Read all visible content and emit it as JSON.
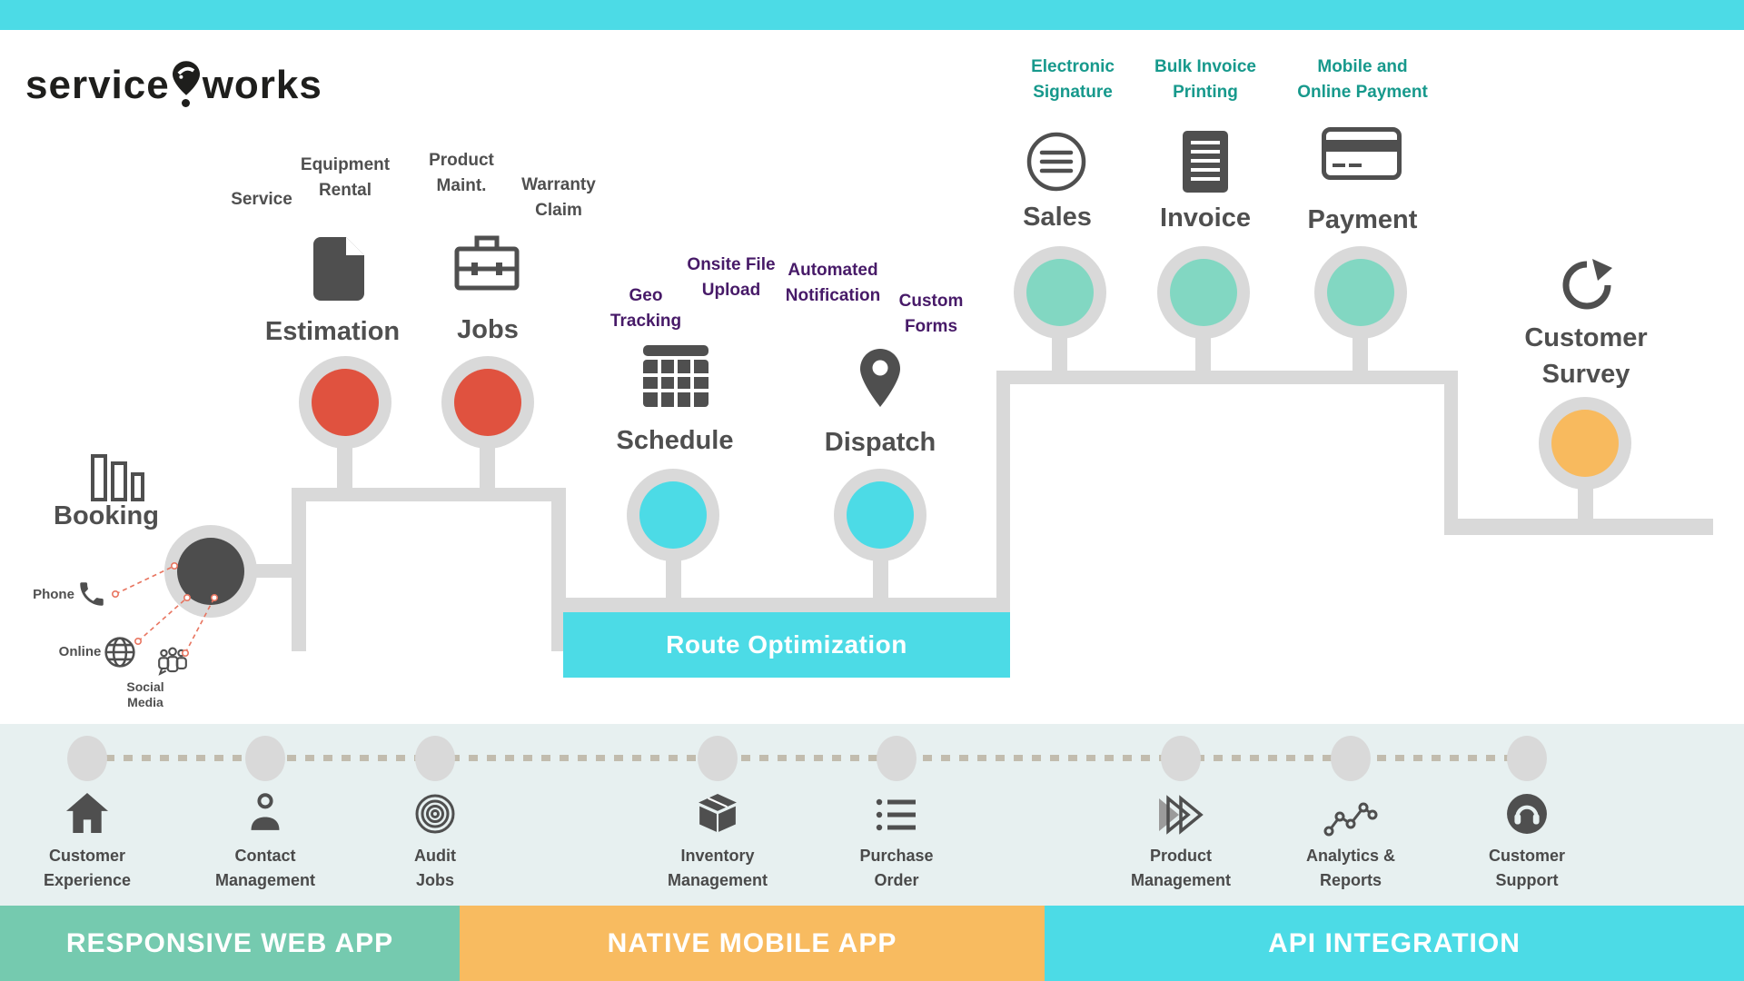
{
  "logo": {
    "word1": "service",
    "word2": "works"
  },
  "flow": {
    "booking": {
      "label": "Booking"
    },
    "channels": {
      "phone": "Phone",
      "online": "Online",
      "social": [
        "Social",
        "Media"
      ]
    },
    "stages": {
      "service": "Service",
      "equipment_rental": [
        "Equipment",
        "Rental"
      ],
      "product_maint": [
        "Product",
        "Maint."
      ],
      "warranty_claim": [
        "Warranty",
        "Claim"
      ],
      "estimation": "Estimation",
      "jobs": "Jobs",
      "geo_tracking": [
        "Geo",
        "Tracking"
      ],
      "onsite_file_upload": [
        "Onsite File",
        "Upload"
      ],
      "automated_notification": [
        "Automated",
        "Notification"
      ],
      "custom_forms": [
        "Custom",
        "Forms"
      ],
      "schedule": "Schedule",
      "dispatch": "Dispatch",
      "electronic_signature": [
        "Electronic",
        "Signature"
      ],
      "bulk_invoice_printing": [
        "Bulk Invoice",
        "Printing"
      ],
      "mobile_online_payment": [
        "Mobile and",
        "Online Payment"
      ],
      "sales": "Sales",
      "invoice": "Invoice",
      "payment": "Payment",
      "customer_survey": [
        "Customer",
        "Survey"
      ]
    },
    "banner": {
      "route_optimization": "Route Optimization"
    }
  },
  "features": [
    {
      "label": [
        "Customer",
        "Experience"
      ],
      "icon": "house-icon"
    },
    {
      "label": [
        "Contact",
        "Management"
      ],
      "icon": "person-icon"
    },
    {
      "label": [
        "Audit",
        "Jobs"
      ],
      "icon": "target-icon"
    },
    {
      "label": [
        "Inventory",
        "Management"
      ],
      "icon": "box-icon"
    },
    {
      "label": [
        "Purchase",
        "Order"
      ],
      "icon": "list-icon"
    },
    {
      "label": [
        "Product",
        "Management"
      ],
      "icon": "fast-forward-icon"
    },
    {
      "label": [
        "Analytics &",
        "Reports"
      ],
      "icon": "line-chart-icon"
    },
    {
      "label": [
        "Customer",
        "Support"
      ],
      "icon": "headset-icon"
    }
  ],
  "bottom_bars": [
    {
      "label": "RESPONSIVE WEB APP",
      "color": "#75caaf"
    },
    {
      "label": "NATIVE MOBILE APP",
      "color": "#f8bb60"
    },
    {
      "label": "API INTEGRATION",
      "color": "#4cdbe6"
    }
  ],
  "colors": {
    "top_bar_cyan": "#4cdbe6",
    "pipe_gray": "#d9d9d9",
    "node_dark": "#4d4d4d",
    "node_red": "#e0523f",
    "node_cyan": "#4cdbe6",
    "node_teal": "#82d7c2",
    "node_orange": "#f8ba5e",
    "teal_text": "#17998c",
    "purple_text": "#471a68",
    "connector_red": "#e87560",
    "band_bg": "#e7f0f0"
  }
}
